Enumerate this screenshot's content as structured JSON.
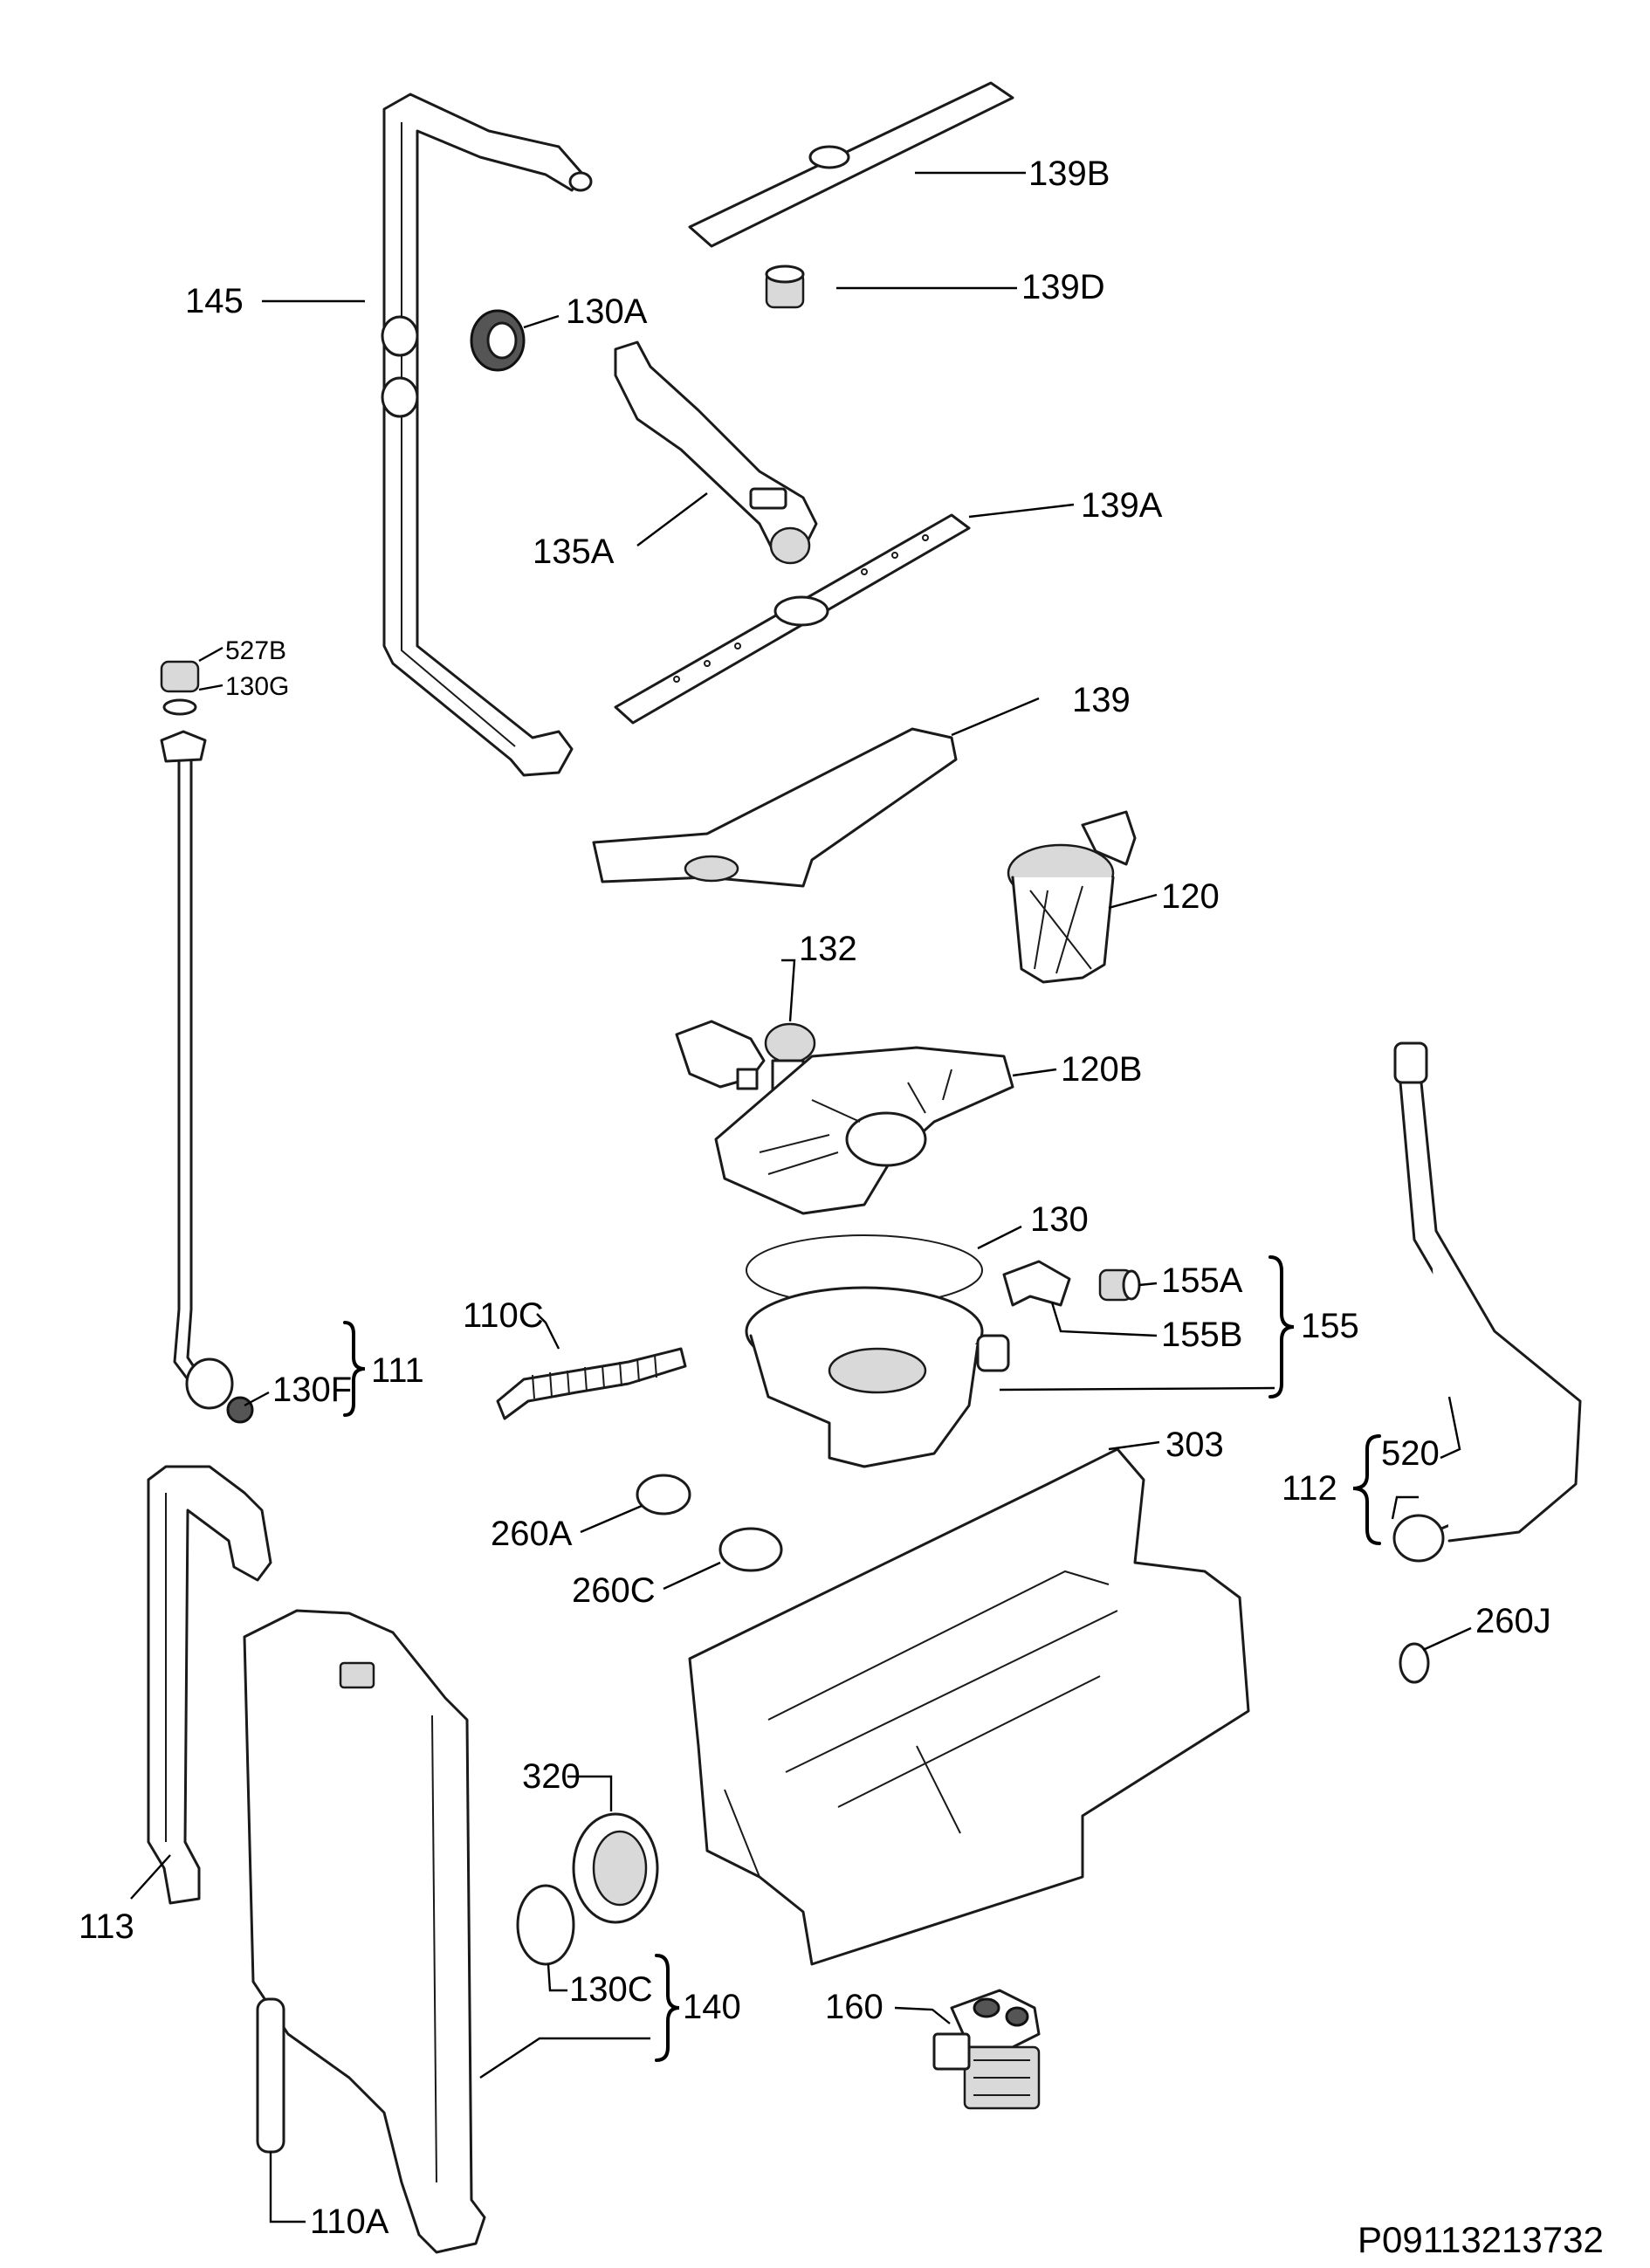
{
  "diagram": {
    "reference_code": "P09113213732",
    "callouts": [
      {
        "id": "145",
        "text": "145"
      },
      {
        "id": "130A",
        "text": "130A"
      },
      {
        "id": "139B",
        "text": "139B"
      },
      {
        "id": "139D",
        "text": "139D"
      },
      {
        "id": "135A",
        "text": "135A"
      },
      {
        "id": "139A",
        "text": "139A"
      },
      {
        "id": "527B",
        "text": "527B"
      },
      {
        "id": "130G",
        "text": "130G"
      },
      {
        "id": "139",
        "text": "139"
      },
      {
        "id": "120",
        "text": "120"
      },
      {
        "id": "132",
        "text": "132"
      },
      {
        "id": "120B",
        "text": "120B"
      },
      {
        "id": "130",
        "text": "130"
      },
      {
        "id": "155A",
        "text": "155A"
      },
      {
        "id": "155B",
        "text": "155B"
      },
      {
        "id": "155",
        "text": "155"
      },
      {
        "id": "110C",
        "text": "110C"
      },
      {
        "id": "130F",
        "text": "130F"
      },
      {
        "id": "111",
        "text": "111"
      },
      {
        "id": "303",
        "text": "303"
      },
      {
        "id": "520",
        "text": "520"
      },
      {
        "id": "112",
        "text": "112"
      },
      {
        "id": "260A",
        "text": "260A"
      },
      {
        "id": "260C",
        "text": "260C"
      },
      {
        "id": "260J",
        "text": "260J"
      },
      {
        "id": "320",
        "text": "320"
      },
      {
        "id": "113",
        "text": "113"
      },
      {
        "id": "130C",
        "text": "130C"
      },
      {
        "id": "140",
        "text": "140"
      },
      {
        "id": "160",
        "text": "160"
      },
      {
        "id": "110A",
        "text": "110A"
      }
    ]
  }
}
